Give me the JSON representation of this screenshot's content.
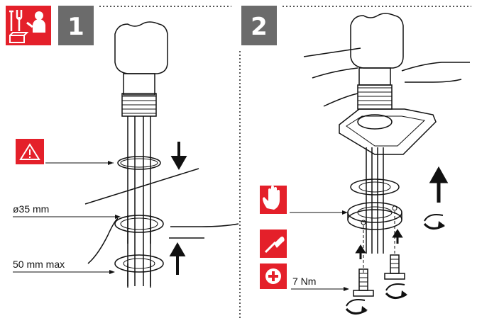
{
  "steps": [
    {
      "number": "1"
    },
    {
      "number": "2"
    }
  ],
  "labels": {
    "diameter": "ø35 mm",
    "max_thickness": "50 mm max",
    "torque": "7 Nm"
  },
  "icons": [
    "tools-person-icon",
    "warning-icon",
    "hand-icon",
    "screwdriver-icon",
    "phillips-cross-icon"
  ],
  "colors": {
    "accent_red": "#e4202a",
    "step_badge_gray": "#6b6b6b",
    "line": "#111111"
  }
}
